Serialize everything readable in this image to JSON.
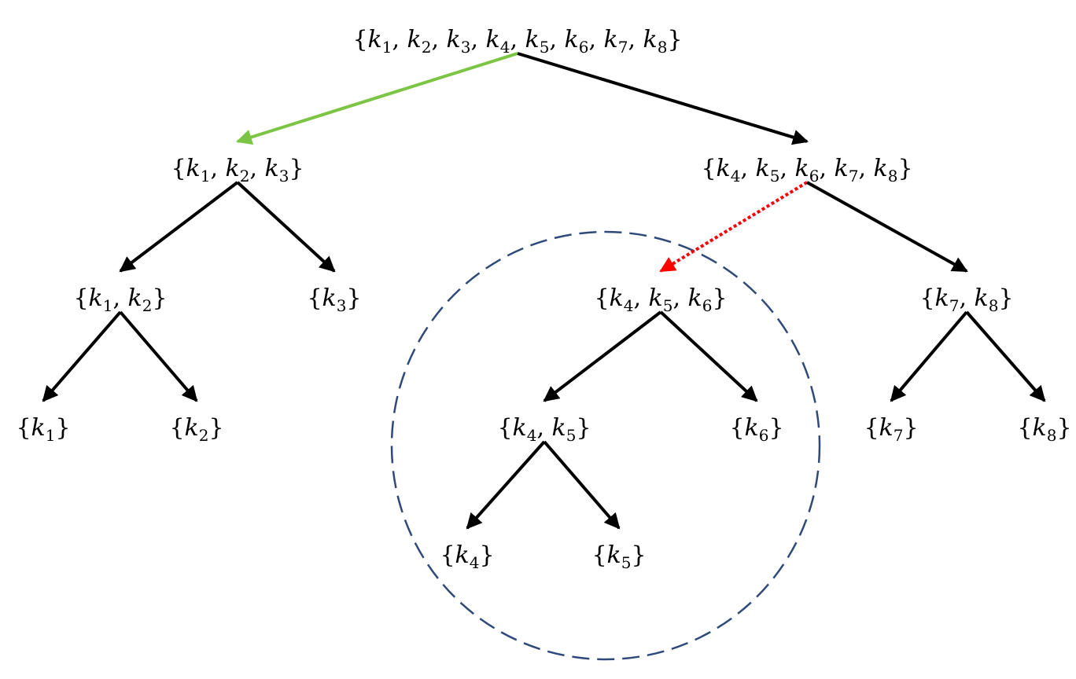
{
  "colors": {
    "edge_default": "#000000",
    "edge_highlight": "#7cc544",
    "edge_dotted": "#ff0000",
    "circle": "#2f4a7a",
    "text": "#000000"
  },
  "nodes": [
    {
      "id": "root",
      "keys": [
        "1",
        "2",
        "3",
        "4",
        "5",
        "6",
        "7",
        "8"
      ]
    },
    {
      "id": "n123",
      "keys": [
        "1",
        "2",
        "3"
      ]
    },
    {
      "id": "n45678",
      "keys": [
        "4",
        "5",
        "6",
        "7",
        "8"
      ]
    },
    {
      "id": "n12",
      "keys": [
        "1",
        "2"
      ]
    },
    {
      "id": "n3",
      "keys": [
        "3"
      ]
    },
    {
      "id": "n456",
      "keys": [
        "4",
        "5",
        "6"
      ]
    },
    {
      "id": "n78",
      "keys": [
        "7",
        "8"
      ]
    },
    {
      "id": "n1",
      "keys": [
        "1"
      ]
    },
    {
      "id": "n2",
      "keys": [
        "2"
      ]
    },
    {
      "id": "n45",
      "keys": [
        "4",
        "5"
      ]
    },
    {
      "id": "n6",
      "keys": [
        "6"
      ]
    },
    {
      "id": "n7",
      "keys": [
        "7"
      ]
    },
    {
      "id": "n8",
      "keys": [
        "8"
      ]
    },
    {
      "id": "n4",
      "keys": [
        "4"
      ]
    },
    {
      "id": "n5",
      "keys": [
        "5"
      ]
    }
  ],
  "edges": [
    {
      "from": "root",
      "to": "n123",
      "style": "highlight"
    },
    {
      "from": "root",
      "to": "n45678",
      "style": "default"
    },
    {
      "from": "n123",
      "to": "n12",
      "style": "default"
    },
    {
      "from": "n123",
      "to": "n3",
      "style": "default"
    },
    {
      "from": "n45678",
      "to": "n456",
      "style": "dotted"
    },
    {
      "from": "n45678",
      "to": "n78",
      "style": "default"
    },
    {
      "from": "n12",
      "to": "n1",
      "style": "default"
    },
    {
      "from": "n12",
      "to": "n2",
      "style": "default"
    },
    {
      "from": "n456",
      "to": "n45",
      "style": "default"
    },
    {
      "from": "n456",
      "to": "n6",
      "style": "default"
    },
    {
      "from": "n78",
      "to": "n7",
      "style": "default"
    },
    {
      "from": "n78",
      "to": "n8",
      "style": "default"
    },
    {
      "from": "n45",
      "to": "n4",
      "style": "default"
    },
    {
      "from": "n45",
      "to": "n5",
      "style": "default"
    }
  ],
  "symbols": {
    "key_var": "k",
    "open_brace": "{",
    "close_brace": "}",
    "separator": ", "
  }
}
